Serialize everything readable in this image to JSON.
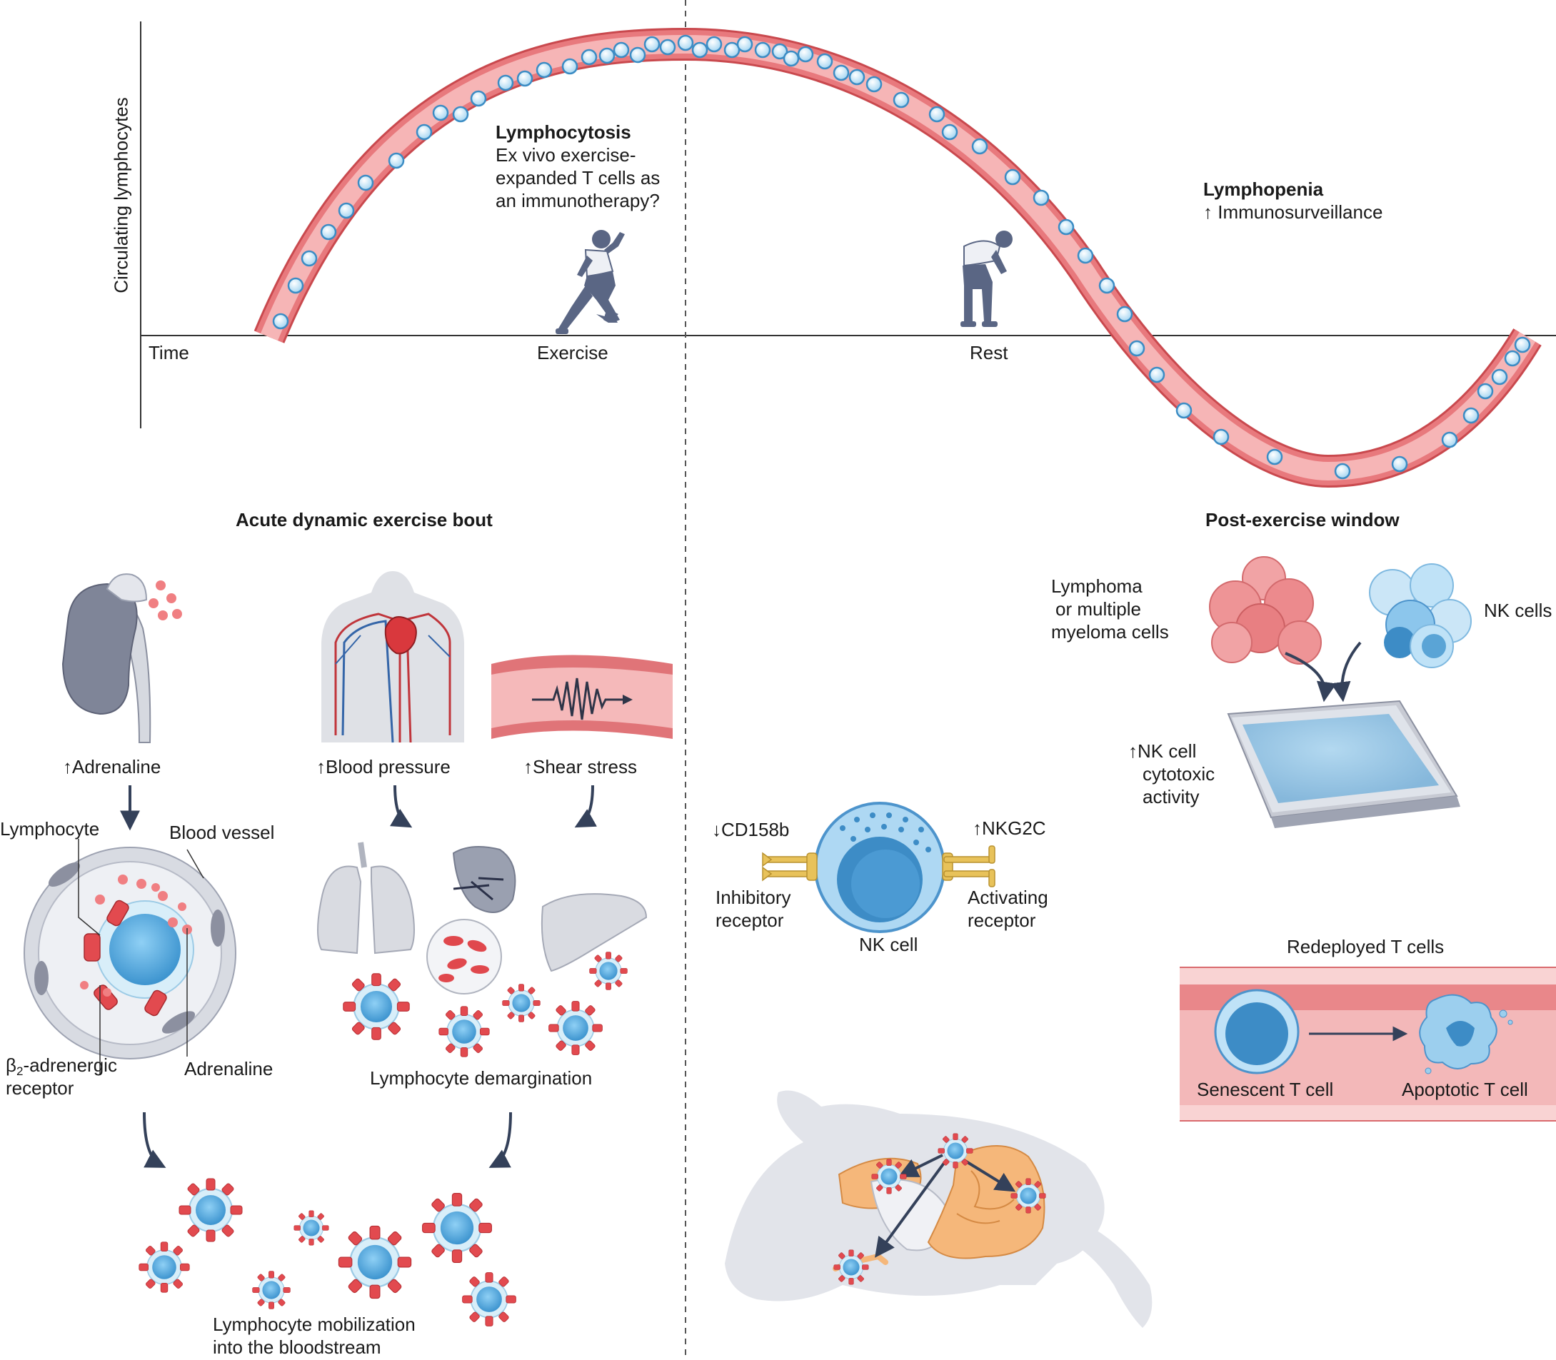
{
  "colors": {
    "vessel_outer": "#d96a6e",
    "vessel_inner": "#f2a9ab",
    "cell_blue": "#5fb0e3",
    "cell_light": "#bfe2f7",
    "receptor_red": "#d9474b",
    "organ_gray": "#c9ccd4",
    "dark_arrow": "#34415a",
    "tumor_pink": "#ec8a8d",
    "receptor_yellow": "#e8c25a",
    "organ_orange": "#f5b77a"
  },
  "graph": {
    "ylabel": "Circulating lymphocytes",
    "time_label": "Time",
    "exercise_label": "Exercise",
    "rest_label": "Rest",
    "lymphocytosis_title": "Lymphocytosis",
    "lymphocytosis_lines": [
      "Ex vivo exercise-",
      "expanded T cells as",
      "an immunotherapy?"
    ],
    "lymphopenia_title": "Lymphopenia",
    "lymphopenia_line": "↑ Immunosurveillance"
  },
  "left": {
    "section_title": "Acute dynamic exercise bout",
    "adrenaline_up": "↑Adrenaline",
    "blood_pressure_up": "↑Blood pressure",
    "shear_stress_up": "↑Shear stress",
    "lymphocyte": "Lymphocyte",
    "blood_vessel": "Blood vessel",
    "beta2_prefix": "β",
    "beta2_sub": "2",
    "beta2_rest": "-adrenergic",
    "receptor": "receptor",
    "adrenaline": "Adrenaline",
    "demargination": "Lymphocyte demargination",
    "mobilization_lines": [
      "Lymphocyte mobilization",
      "into the bloodstream"
    ]
  },
  "right": {
    "section_title": "Post-exercise window",
    "lymphoma_lines": [
      "Lymphoma",
      "or multiple",
      "myeloma cells"
    ],
    "nk_cells": "NK cells",
    "nk_activity_lines": [
      "↑NK cell",
      "cytotoxic",
      "activity"
    ],
    "cd158b": "↓CD158b",
    "nkg2c": "↑NKG2C",
    "inhibitory_lines": [
      "Inhibitory",
      "receptor"
    ],
    "activating_lines": [
      "Activating",
      "receptor"
    ],
    "nk_cell": "NK cell",
    "redeployed": "Redeployed T cells",
    "senescent": "Senescent T cell",
    "apoptotic": "Apoptotic T cell"
  }
}
